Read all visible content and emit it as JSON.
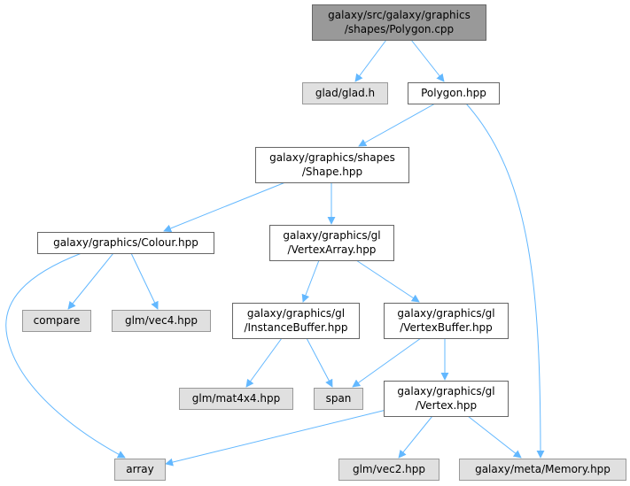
{
  "colors": {
    "root_fill": "#999999",
    "root_stroke": "#666666",
    "internal_fill": "#ffffff",
    "internal_stroke": "#666666",
    "external_fill": "#e0e0e0",
    "external_stroke": "#999999",
    "edge": "#63b8ff",
    "text": "#000000"
  },
  "graph": {
    "nodes": [
      {
        "id": "polygon-cpp",
        "kind": "root",
        "lines": [
          "galaxy/src/galaxy/graphics",
          "/shapes/Polygon.cpp"
        ]
      },
      {
        "id": "glad-h",
        "kind": "external",
        "lines": [
          "glad/glad.h"
        ]
      },
      {
        "id": "polygon-hpp",
        "kind": "internal",
        "lines": [
          "Polygon.hpp"
        ]
      },
      {
        "id": "shape-hpp",
        "kind": "internal",
        "lines": [
          "galaxy/graphics/shapes",
          "/Shape.hpp"
        ]
      },
      {
        "id": "colour-hpp",
        "kind": "internal",
        "lines": [
          "galaxy/graphics/Colour.hpp"
        ]
      },
      {
        "id": "vertexarray-hpp",
        "kind": "internal",
        "lines": [
          "galaxy/graphics/gl",
          "/VertexArray.hpp"
        ]
      },
      {
        "id": "compare",
        "kind": "external",
        "lines": [
          "compare"
        ]
      },
      {
        "id": "glm-vec4",
        "kind": "external",
        "lines": [
          "glm/vec4.hpp"
        ]
      },
      {
        "id": "instancebuffer-hpp",
        "kind": "internal",
        "lines": [
          "galaxy/graphics/gl",
          "/InstanceBuffer.hpp"
        ]
      },
      {
        "id": "vertexbuffer-hpp",
        "kind": "internal",
        "lines": [
          "galaxy/graphics/gl",
          "/VertexBuffer.hpp"
        ]
      },
      {
        "id": "glm-mat4x4",
        "kind": "external",
        "lines": [
          "glm/mat4x4.hpp"
        ]
      },
      {
        "id": "span",
        "kind": "external",
        "lines": [
          "span"
        ]
      },
      {
        "id": "vertex-hpp",
        "kind": "internal",
        "lines": [
          "galaxy/graphics/gl",
          "/Vertex.hpp"
        ]
      },
      {
        "id": "array",
        "kind": "external",
        "lines": [
          "array"
        ]
      },
      {
        "id": "glm-vec2",
        "kind": "external",
        "lines": [
          "glm/vec2.hpp"
        ]
      },
      {
        "id": "memory-hpp",
        "kind": "external",
        "lines": [
          "galaxy/meta/Memory.hpp"
        ]
      }
    ],
    "edges": [
      {
        "from": "polygon-cpp",
        "to": "glad-h"
      },
      {
        "from": "polygon-cpp",
        "to": "polygon-hpp"
      },
      {
        "from": "polygon-hpp",
        "to": "shape-hpp"
      },
      {
        "from": "polygon-hpp",
        "to": "memory-hpp"
      },
      {
        "from": "shape-hpp",
        "to": "colour-hpp"
      },
      {
        "from": "shape-hpp",
        "to": "vertexarray-hpp"
      },
      {
        "from": "colour-hpp",
        "to": "compare"
      },
      {
        "from": "colour-hpp",
        "to": "glm-vec4"
      },
      {
        "from": "colour-hpp",
        "to": "array"
      },
      {
        "from": "vertexarray-hpp",
        "to": "instancebuffer-hpp"
      },
      {
        "from": "vertexarray-hpp",
        "to": "vertexbuffer-hpp"
      },
      {
        "from": "instancebuffer-hpp",
        "to": "glm-mat4x4"
      },
      {
        "from": "instancebuffer-hpp",
        "to": "span"
      },
      {
        "from": "vertexbuffer-hpp",
        "to": "span"
      },
      {
        "from": "vertexbuffer-hpp",
        "to": "vertex-hpp"
      },
      {
        "from": "vertex-hpp",
        "to": "array"
      },
      {
        "from": "vertex-hpp",
        "to": "glm-vec2"
      },
      {
        "from": "vertex-hpp",
        "to": "memory-hpp"
      }
    ]
  }
}
